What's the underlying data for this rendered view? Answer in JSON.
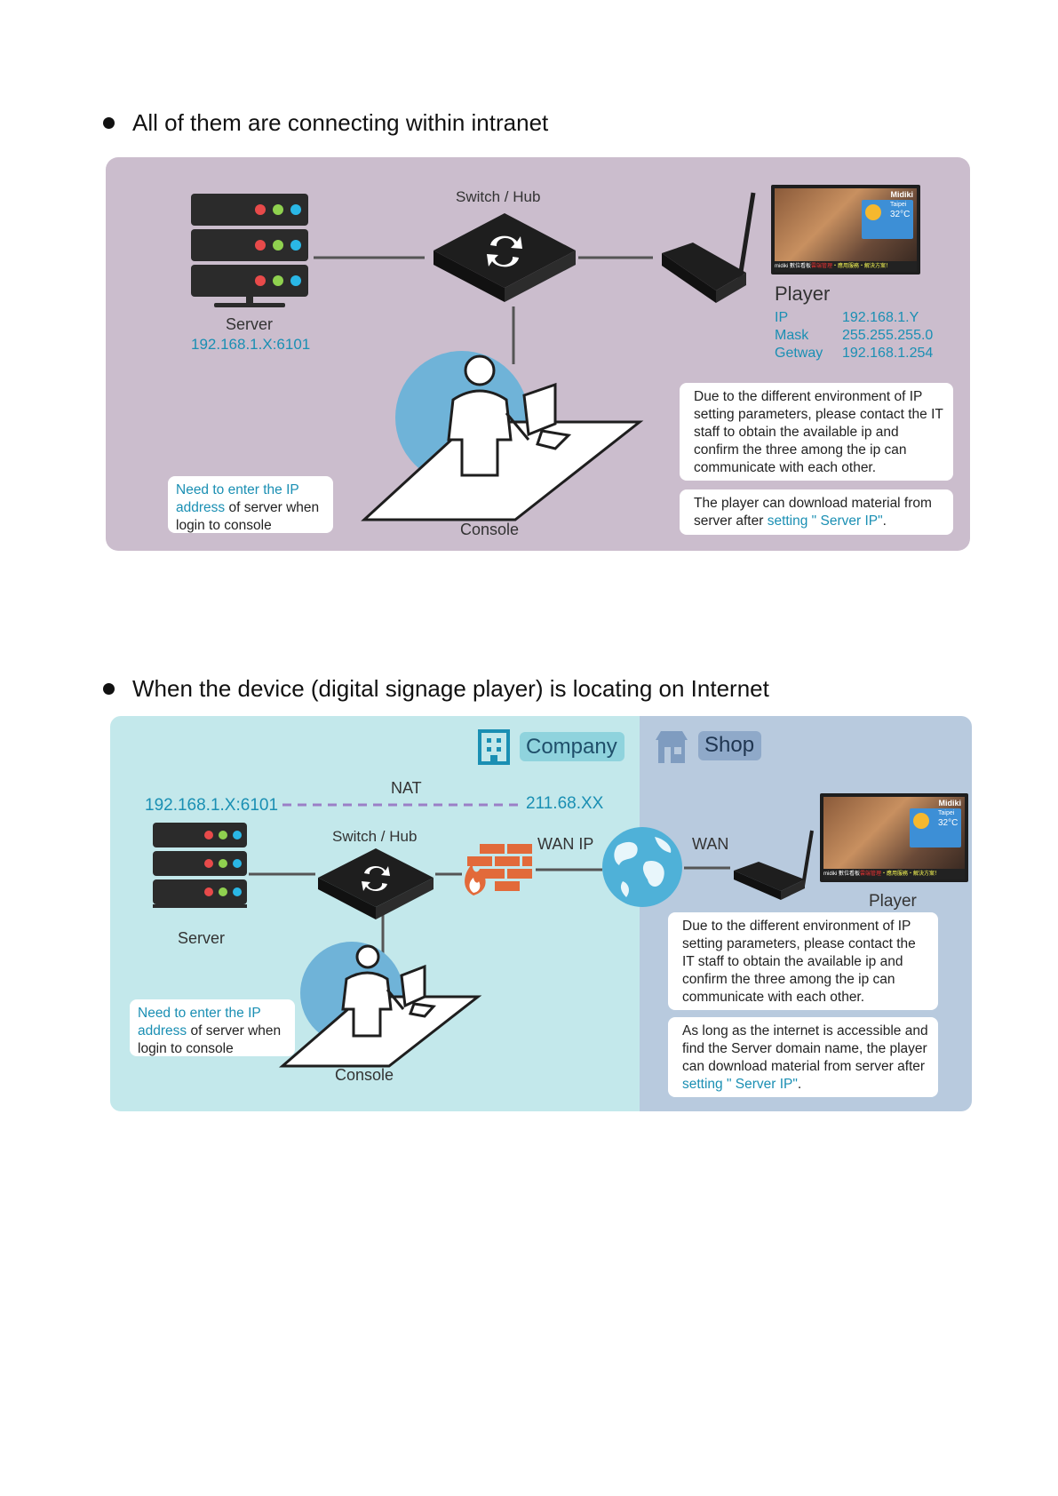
{
  "section1": {
    "heading": "All of them are connecting within intranet",
    "switch_label": "Switch / Hub",
    "server_label": "Server",
    "server_ip": "192.168.1.X:6101",
    "player_label": "Player",
    "ip_key": "IP",
    "ip_val": "192.168.1.Y",
    "mask_key": "Mask",
    "mask_val": "255.255.255.0",
    "gw_key": "Getway",
    "gw_val": "192.168.1.254",
    "note_env": "Due to the different environment of IP setting parameters, please contact the IT staff to obtain the available ip and confirm the three among the ip can communicate with each other.",
    "note_download_a": "The player can download material from server after ",
    "note_download_hl": "setting \" Server IP\"",
    "note_download_b": ".",
    "note_login_hl": "Need to enter the IP address",
    "note_login_b": " of server when login to console",
    "console_label": "Console"
  },
  "section2": {
    "heading": "When the device (digital signage player) is locating on Internet",
    "company_label": "Company",
    "shop_label": "Shop",
    "nat_label": "NAT",
    "server_ip": "192.168.1.X:6101",
    "wan_ip_value": "211.68.XX",
    "switch_label": "Switch / Hub",
    "wan_ip_label": "WAN IP",
    "wan_label": "WAN",
    "server_label": "Server",
    "player_label": "Player",
    "console_label": "Console",
    "note_env": "Due to the different environment of IP setting parameters, please contact the IT staff to obtain the available ip and confirm the three among the ip can communicate with each other.",
    "note_internet_a": "As long as the internet is accessible and find the Server domain name, the player can download material from server after ",
    "note_internet_hl": "setting \" Server IP\"",
    "note_internet_b": ".",
    "note_login_hl": "Need to enter the IP address",
    "note_login_b": " of server when login to console"
  },
  "screen": {
    "brand": "Midiki",
    "city": "Taipei",
    "temp": "32°C",
    "ticker_a": "midiki 數位看板",
    "ticker_b": "雲端管理",
    "ticker_c": "‧應用服務‧解決方案！"
  },
  "colors": {
    "panel1": "#cbbdcd",
    "company": "#c3e8eb",
    "shop": "#b8cade",
    "accent": "#1a8fb3",
    "nat_line": "#9b7fc7"
  }
}
